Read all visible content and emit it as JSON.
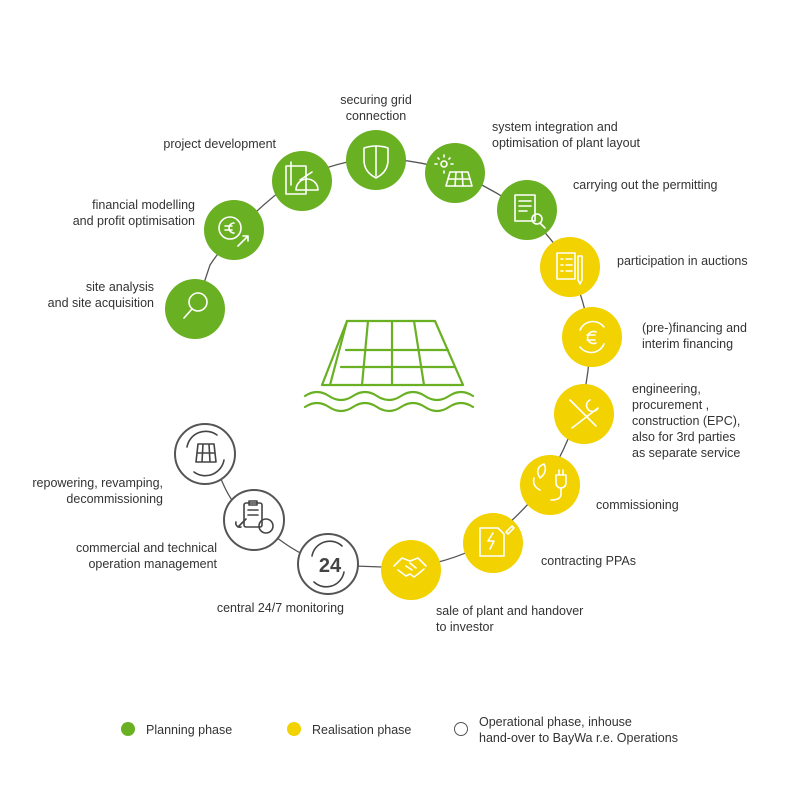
{
  "colors": {
    "planning": "#6ab023",
    "realisation": "#f2d200",
    "operational_border": "#555555",
    "connector": "#555555"
  },
  "steps": [
    {
      "id": "site",
      "phase": "planning",
      "icon": "magnifier-icon",
      "label": "site analysis\nand site acquisition"
    },
    {
      "id": "financial",
      "phase": "planning",
      "icon": "euro-growth-icon",
      "label": "financial modelling\nand profit optimisation"
    },
    {
      "id": "project",
      "phase": "planning",
      "icon": "blueprint-tools-icon",
      "label": "project development"
    },
    {
      "id": "grid",
      "phase": "planning",
      "icon": "shield-icon",
      "label": "securing grid\nconnection"
    },
    {
      "id": "system",
      "phase": "planning",
      "icon": "solar-panel-sun-icon",
      "label": "system integration and\noptimisation of plant layout"
    },
    {
      "id": "permit",
      "phase": "planning",
      "icon": "document-search-icon",
      "label": "carrying out the permitting"
    },
    {
      "id": "auction",
      "phase": "realisation",
      "icon": "checklist-pen-icon",
      "label": "participation in auctions"
    },
    {
      "id": "prefinance",
      "phase": "realisation",
      "icon": "euro-cycle-icon",
      "label": "(pre-)financing and\ninterim financing"
    },
    {
      "id": "epc",
      "phase": "realisation",
      "icon": "wrench-screwdriver-icon",
      "label": "engineering,\nprocurement ,\nconstruction (EPC),\nalso for 3rd parties\nas separate service"
    },
    {
      "id": "commission",
      "phase": "realisation",
      "icon": "plug-leaf-icon",
      "label": "commissioning"
    },
    {
      "id": "ppa",
      "phase": "realisation",
      "icon": "contract-energy-icon",
      "label": "contracting PPAs"
    },
    {
      "id": "sale",
      "phase": "realisation",
      "icon": "handshake-icon",
      "label": "sale of plant and handover\nto investor"
    },
    {
      "id": "monitor",
      "phase": "operational",
      "icon": "clock-24-icon",
      "label": "central 24/7 monitoring",
      "icon_text": "24"
    },
    {
      "id": "operation",
      "phase": "operational",
      "icon": "clipboard-wrench-money-icon",
      "label": "commercial and technical\noperation management"
    },
    {
      "id": "repower",
      "phase": "operational",
      "icon": "solar-panel-cycle-icon",
      "label": "repowering, revamping,\ndecommissioning"
    }
  ],
  "center_icon": "floating-solar-plant-icon",
  "legend": [
    {
      "phase": "planning",
      "label": "Planning phase"
    },
    {
      "phase": "realisation",
      "label": "Realisation phase"
    },
    {
      "phase": "operational",
      "label": "Operational phase, inhouse\nhand-over to BayWa r.e. Operations"
    }
  ]
}
